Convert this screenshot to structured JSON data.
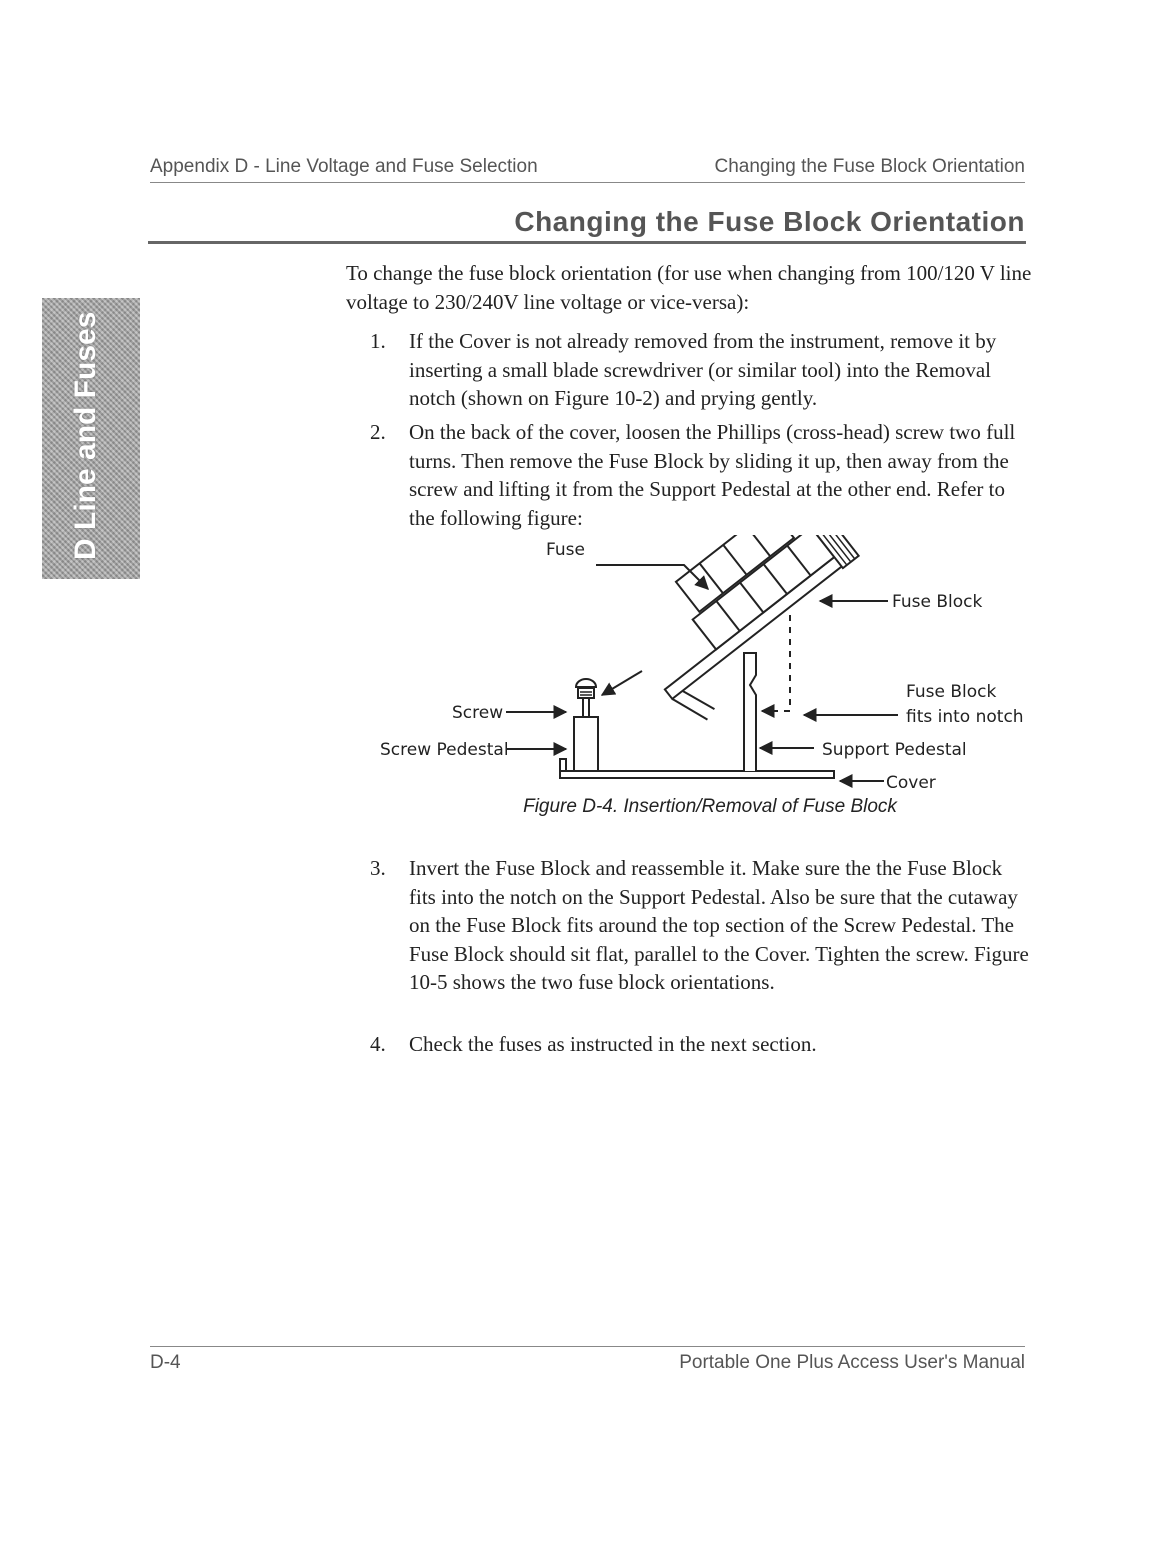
{
  "running_header": {
    "left": "Appendix D - Line Voltage and Fuse Selection",
    "right": "Changing the Fuse Block Orientation"
  },
  "section_title": "Changing the Fuse Block Orientation",
  "side_tab": {
    "label": "D Line and Fuses"
  },
  "intro": "To change the fuse block orientation (for use when changing from 100/120 V line voltage to 230/240V line voltage or vice-versa):",
  "steps": [
    {
      "num": "1.",
      "text": "If the Cover is not already removed from the instrument, remove it by inserting a small blade screwdriver (or similar tool) into the Removal notch (shown on Figure 10-2) and prying gently."
    },
    {
      "num": "2.",
      "text": "On the back of the cover, loosen the Phillips (cross-head) screw two full turns. Then remove the Fuse Block by sliding it up, then away from the screw and lifting it from the Support Pedestal at the other end. Refer to the following figure:"
    },
    {
      "num": "3.",
      "text": "Invert the Fuse Block and reassemble it. Make sure the the Fuse Block fits into the notch on the Support Pedestal. Also be sure that the cutaway on the Fuse Block fits around the top section of the Screw Pedestal. The Fuse Block should sit flat, parallel to the Cover. Tighten the screw. Figure 10-5 shows the two fuse block orientations."
    },
    {
      "num": "4.",
      "text": "Check the fuses as instructed in the next section."
    }
  ],
  "figure": {
    "labels": {
      "fuse": "Fuse",
      "fuse_block": "Fuse Block",
      "notch_line1": "Fuse Block",
      "notch_line2": "fits into notch",
      "screw": "Screw",
      "screw_pedestal": "Screw Pedestal",
      "support_pedestal": "Support Pedestal",
      "cover": "Cover"
    },
    "caption": "Figure D-4.  Insertion/Removal of Fuse Block"
  },
  "footer": {
    "page": "D-4",
    "manual": "Portable One Plus Access User's Manual"
  }
}
